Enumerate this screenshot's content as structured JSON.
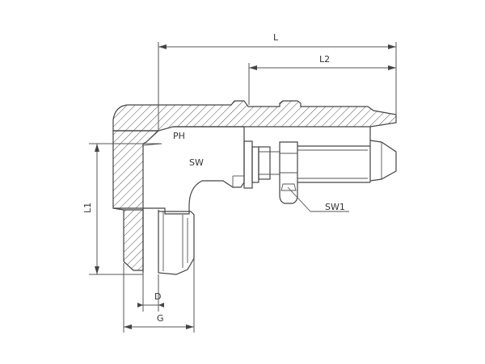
{
  "diagram": {
    "labels": {
      "L": "L",
      "L2": "L2",
      "L1": "L1",
      "PH": "PH",
      "SW": "SW",
      "SW1": "SW1",
      "D": "D",
      "G": "G"
    }
  }
}
